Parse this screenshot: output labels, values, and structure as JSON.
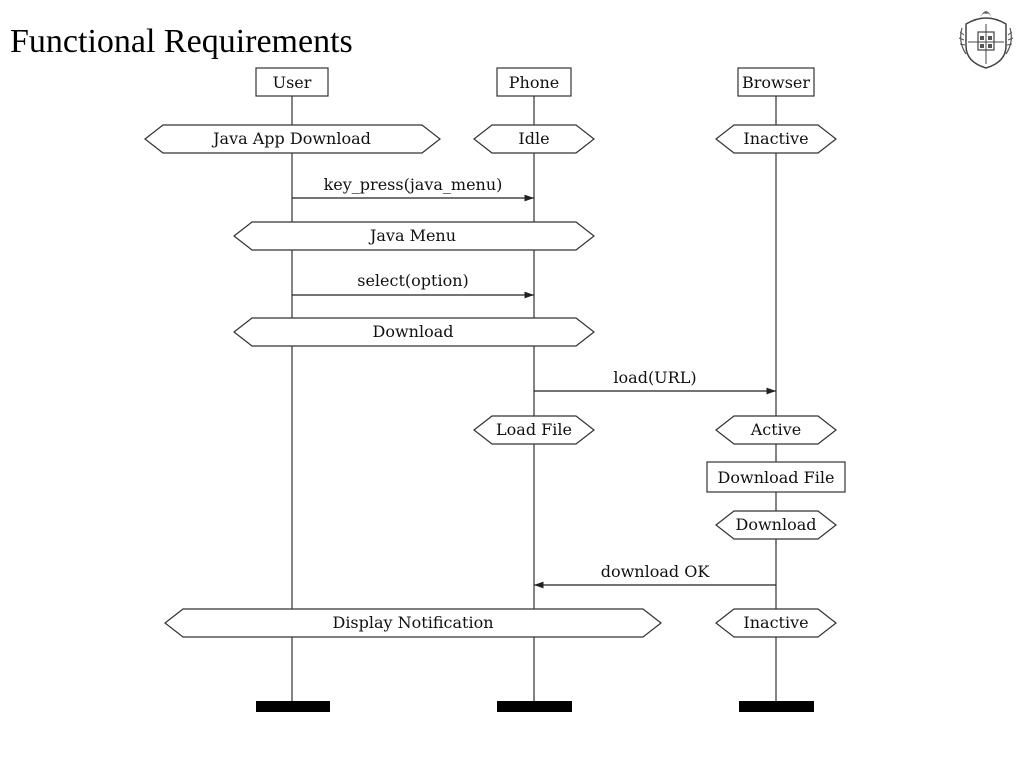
{
  "slide": {
    "title": "Functional Requirements"
  },
  "lifelines": [
    {
      "id": "user",
      "label": "User"
    },
    {
      "id": "phone",
      "label": "Phone"
    },
    {
      "id": "browser",
      "label": "Browser"
    }
  ],
  "states": [
    {
      "label": "Java App Download"
    },
    {
      "label": "Idle"
    },
    {
      "label": "Inactive"
    },
    {
      "label": "Java Menu"
    },
    {
      "label": "Download"
    },
    {
      "label": "Load File"
    },
    {
      "label": "Active"
    },
    {
      "label": "Download"
    },
    {
      "label": "Display Notification"
    },
    {
      "label": "Inactive"
    }
  ],
  "actions": [
    {
      "label": "Download File"
    }
  ],
  "messages": [
    {
      "label": "key_press(java_menu)",
      "from": "user",
      "to": "phone"
    },
    {
      "label": "select(option)",
      "from": "user",
      "to": "phone"
    },
    {
      "label": "load(URL)",
      "from": "phone",
      "to": "browser"
    },
    {
      "label": "download OK",
      "from": "browser",
      "to": "phone"
    }
  ]
}
